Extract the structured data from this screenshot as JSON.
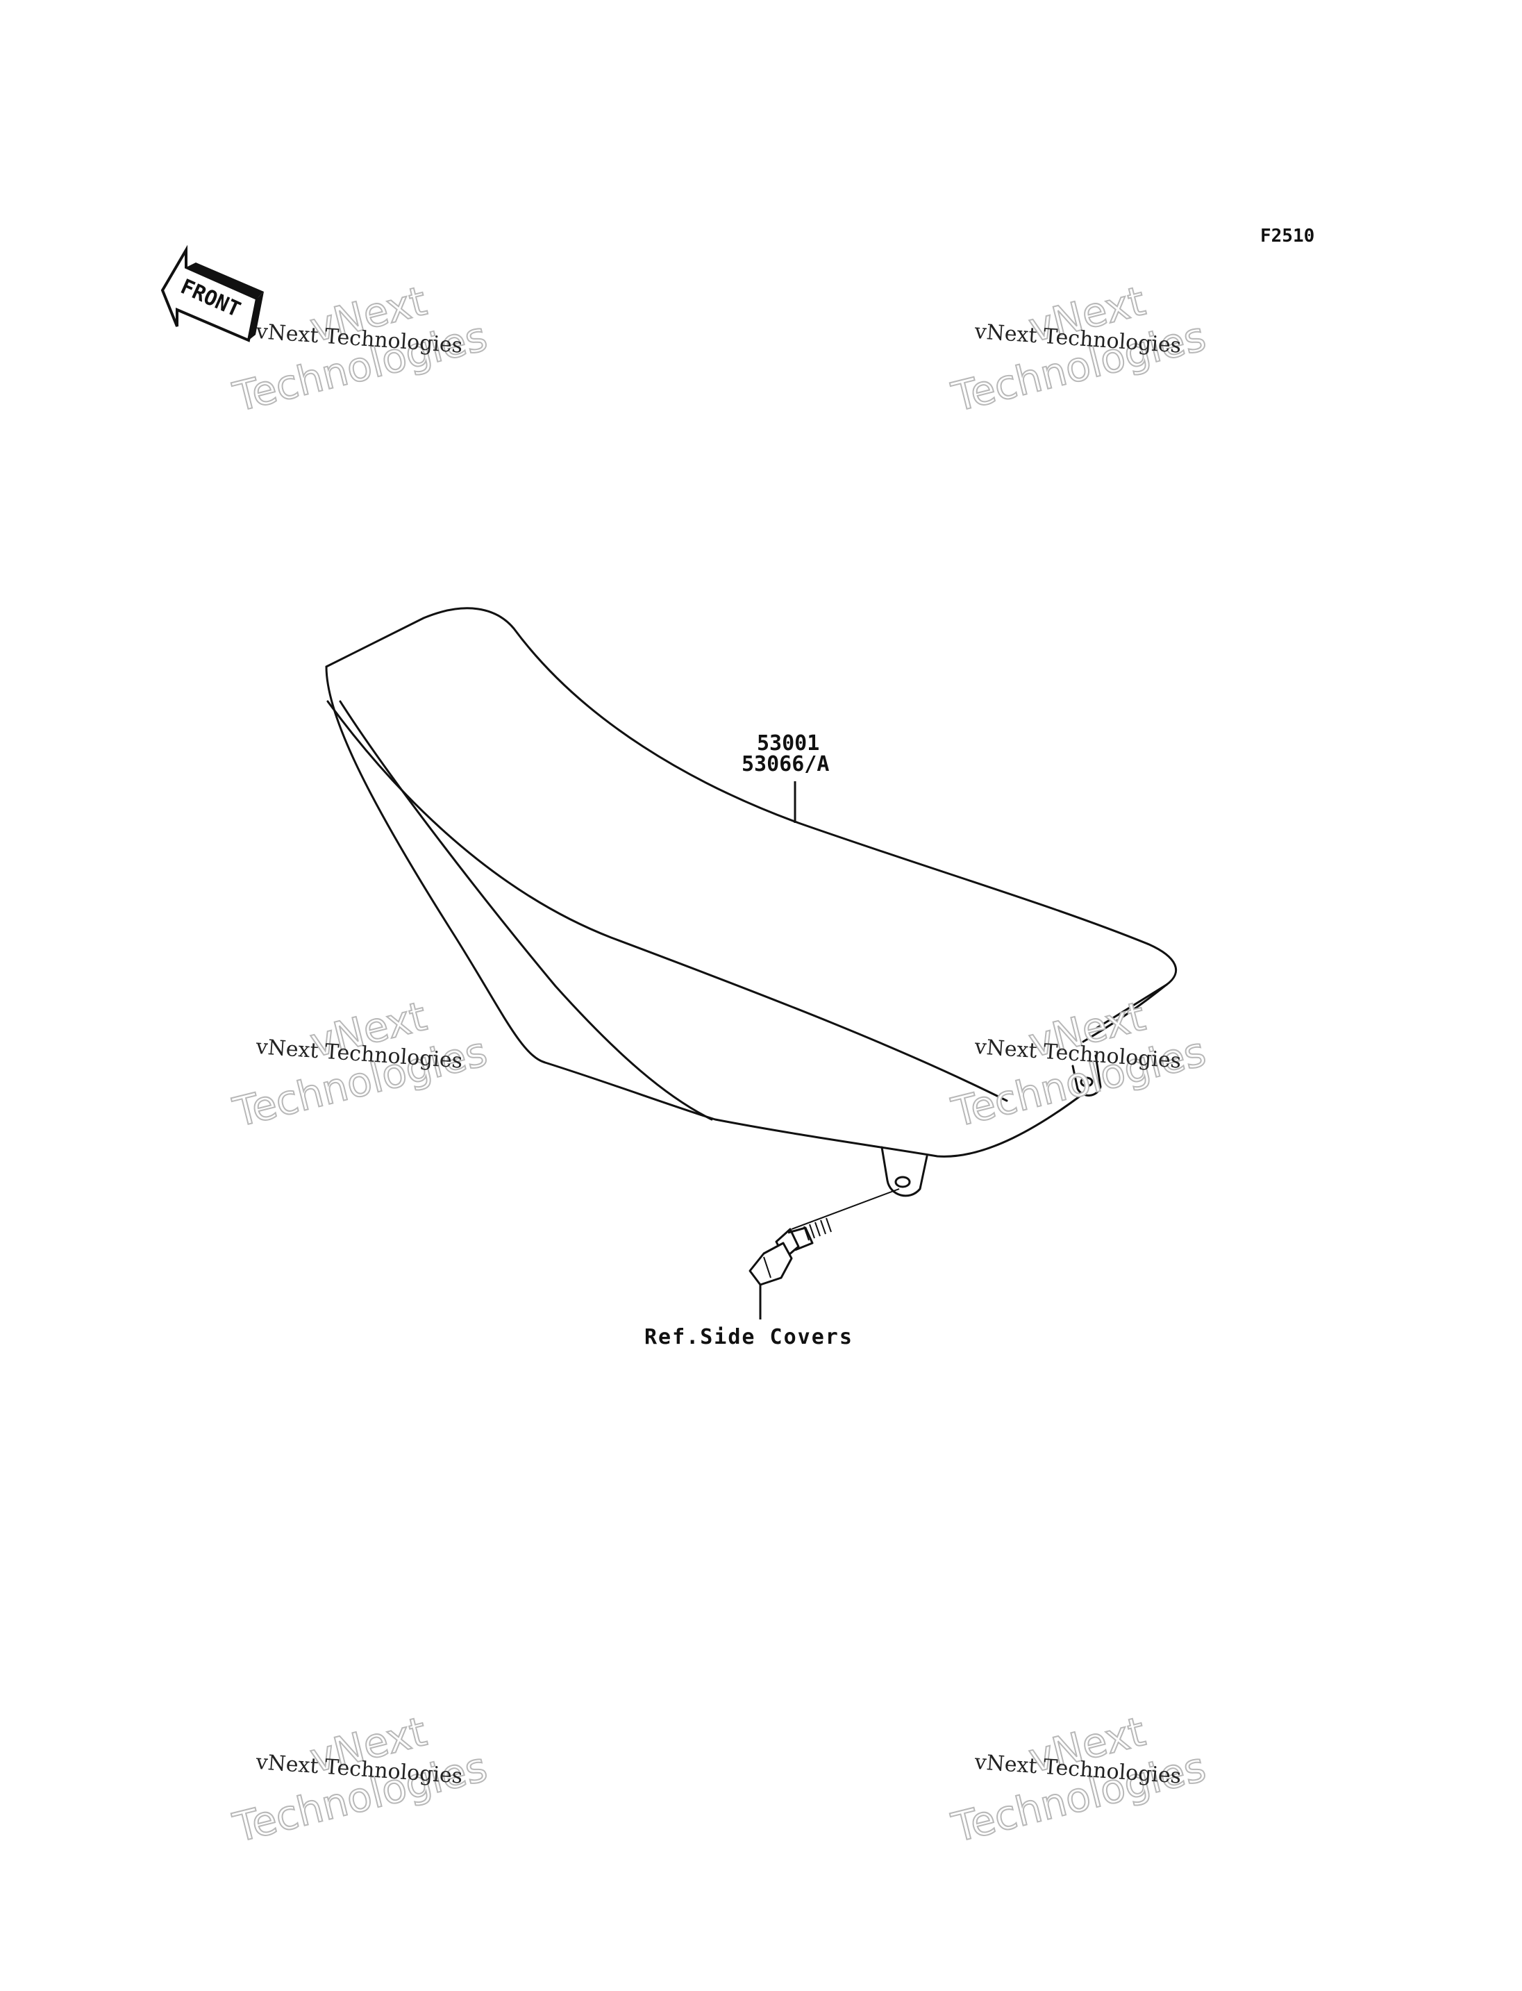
{
  "figure_code": "F2510",
  "front_arrow": {
    "text": "FRONT",
    "icon": "front-direction-arrow-icon"
  },
  "parts": {
    "seat": {
      "label_line1": "53001",
      "label_line2": "53066/A"
    },
    "bolt": {
      "label": "Ref.Side Covers"
    }
  },
  "watermark": {
    "small_text": "vNext Technologies",
    "big_line1": "vNext",
    "big_line2": "Technologies"
  },
  "colors": {
    "line": "#111111",
    "watermark_outline": "#b8b8b8"
  }
}
